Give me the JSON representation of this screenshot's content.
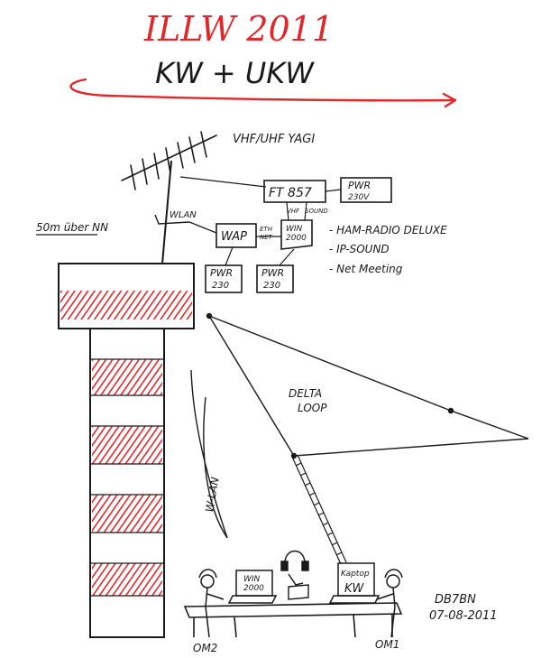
{
  "title": "ILLW 2011",
  "subtitle": "KW + UKW",
  "antenna_label": "VHF/UHF YAGI",
  "height_label": "50m über NN",
  "wlan_label": "WLAN",
  "radio_label": "FT 857",
  "psu_top": {
    "line1": "PWR",
    "line2": "230V"
  },
  "wap_label": "WAP",
  "eth_label": {
    "line1": "ETH",
    "line2": "NET"
  },
  "win_box": {
    "line1": "WIN",
    "line2": "2000"
  },
  "small_labels": {
    "vhf": "VHF",
    "sound": "SOUND"
  },
  "psu_left": {
    "line1": "PWR",
    "line2": "230"
  },
  "psu_right": {
    "line1": "PWR",
    "line2": "230"
  },
  "software_list": [
    "- HAM-RADIO DELUXE",
    "- IP-SOUND",
    "- Net Meeting"
  ],
  "delta_loop_label": {
    "line1": "DELTA",
    "line2": "LOOP"
  },
  "wlan_vertical_label": "W-LAN",
  "laptop_left": {
    "line1": "WIN",
    "line2": "2000"
  },
  "laptop_right": {
    "line1": "Kaptop",
    "line2": "KW"
  },
  "callsign": "DB7BN",
  "date": "07-08-2011",
  "operator_left": "OM2",
  "operator_right": "OM1",
  "colors": {
    "red_accent": "#e0282b",
    "ink": "#1a1a1a",
    "paper": "#ffffff"
  }
}
